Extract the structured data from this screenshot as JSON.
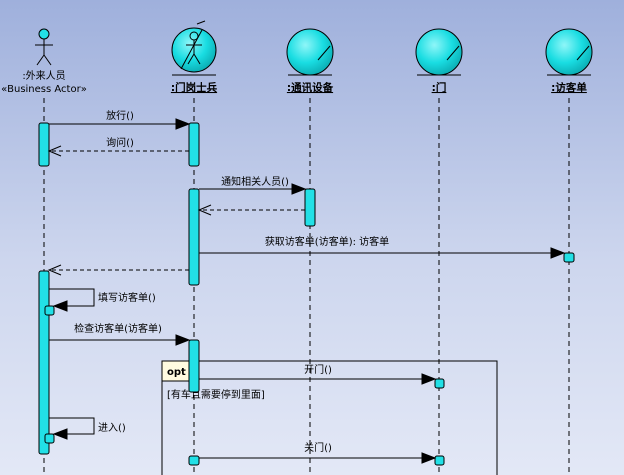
{
  "participants": [
    {
      "id": "p1",
      "name": ":外来人员",
      "stereotype": "«Business Actor»",
      "kind": "actor"
    },
    {
      "id": "p2",
      "name": ":门岗士兵",
      "kind": "worker"
    },
    {
      "id": "p3",
      "name": ":通讯设备",
      "kind": "entity"
    },
    {
      "id": "p4",
      "name": ":门",
      "kind": "entity"
    },
    {
      "id": "p5",
      "name": ":访客单",
      "kind": "entity"
    }
  ],
  "messages": [
    {
      "label": "放行()",
      "kind": "call"
    },
    {
      "label": "询问()",
      "kind": "return"
    },
    {
      "label": "通知相关人员()",
      "kind": "call"
    },
    {
      "label": "",
      "kind": "return"
    },
    {
      "label": "获取访客单(访客单): 访客单",
      "kind": "call"
    },
    {
      "label": "",
      "kind": "return"
    },
    {
      "label": "填写访客单()",
      "kind": "self"
    },
    {
      "label": "检查访客单(访客单)",
      "kind": "call"
    },
    {
      "label": "开门()",
      "kind": "call"
    },
    {
      "label": "进入()",
      "kind": "self"
    },
    {
      "label": "关门()",
      "kind": "call"
    }
  ],
  "fragment": {
    "operator": "opt",
    "guard": "[有车且需要停到里面]"
  },
  "colors": {
    "activation": "#22e0e6",
    "entity_fill": "#14d6dc",
    "line": "#000000"
  }
}
